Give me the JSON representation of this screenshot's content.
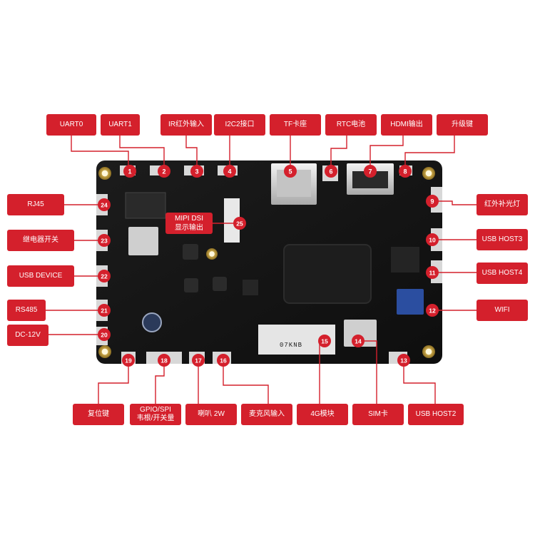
{
  "labels": {
    "uart0": "UART0",
    "uart1": "UART1",
    "ir_input": "IR红外输入",
    "i2c": "I2C2接口",
    "tf": "TF卡座",
    "rtc": "RTC电池",
    "hdmi": "HDMI输出",
    "upgrade": "升级键",
    "ir_fill": "红外补光灯",
    "usb_host3": "USB HOST3",
    "usb_host4": "USB HOST4",
    "wifi": "WIFI",
    "rj45": "RJ45",
    "relay": "继电器开关",
    "usb_device": "USB DEVICE",
    "rs485": "RS485",
    "dc12v": "DC-12V",
    "reset": "复位键",
    "gpio_spi_1": "GPIO/SPI",
    "gpio_spi_2": "韦根/开关量",
    "speaker": "喇叭 2W",
    "mic": "麦克风输入",
    "module_4g": "4G模块",
    "sim": "SIM卡",
    "usb_host2": "USB HOST2",
    "mipi_1": "MIPI DSI",
    "mipi_2": "显示输出"
  },
  "numbers": [
    "1",
    "2",
    "3",
    "4",
    "5",
    "6",
    "7",
    "8",
    "9",
    "10",
    "11",
    "12",
    "13",
    "14",
    "15",
    "16",
    "17",
    "18",
    "19",
    "20",
    "21",
    "22",
    "23",
    "24",
    "25"
  ],
  "board_text": {
    "module_marking": "07KNB"
  },
  "colors": {
    "accent": "#d4202c",
    "board": "#141414",
    "connector": "#d8d8d8"
  }
}
